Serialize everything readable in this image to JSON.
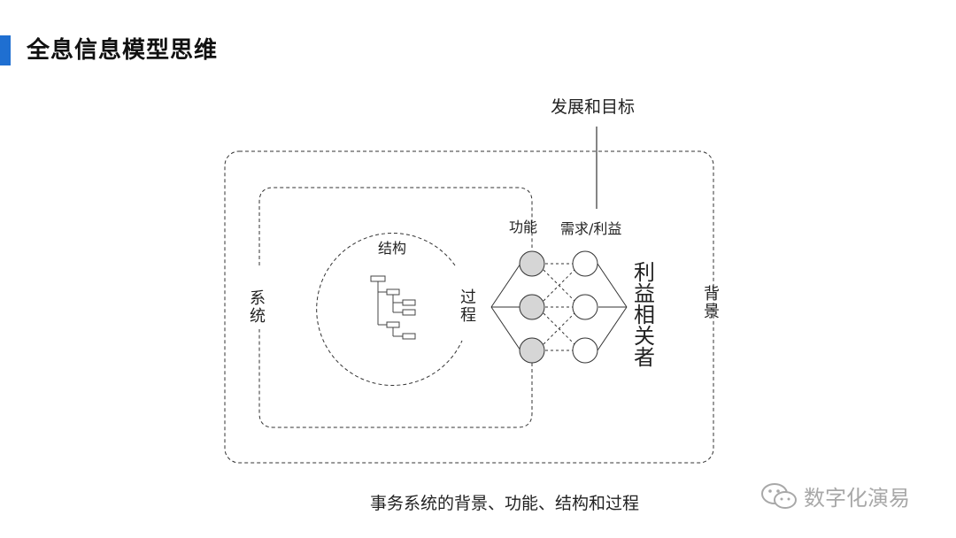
{
  "header": {
    "title": "全息信息模型思维",
    "accent_color": "#1f6fd1"
  },
  "diagram": {
    "top_label": "发展和目标",
    "background_label": "背景",
    "system_label": "系统",
    "structure_label": "结构",
    "process_label": "过程",
    "function_label": "功能",
    "needs_label": "需求/利益",
    "stakeholders_label": "利益相关者",
    "function_node_color": "#d6d6d6",
    "needs_node_color": "#ffffff",
    "structure_icon": "tree-diagram-icon"
  },
  "caption": "事务系统的背景、功能、结构和过程",
  "watermark": {
    "text": "数字化演易",
    "icon": "wechat-icon"
  }
}
